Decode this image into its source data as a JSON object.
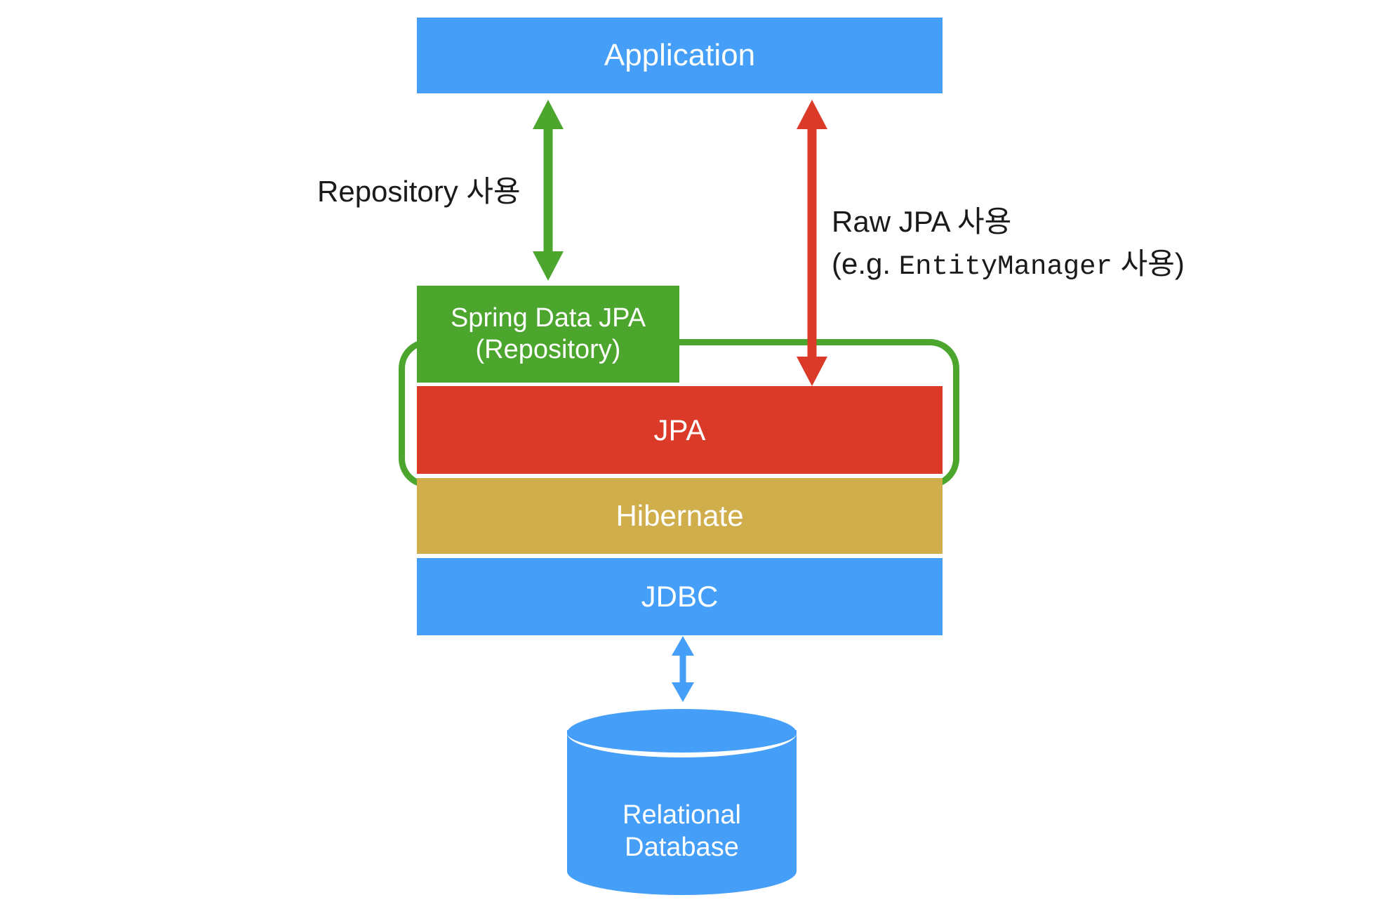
{
  "diagram": {
    "title": "Spring Data JPA persistence layer stack",
    "colors": {
      "blue": "#459ef7",
      "green": "#4ca62e",
      "red": "#dc3a28",
      "gold": "#cfae4b",
      "text_dark": "#1a1a1a",
      "text_light": "#ffffff",
      "background": "#ffffff"
    },
    "boxes": {
      "application": "Application",
      "spring_data_jpa_line1": "Spring Data JPA",
      "spring_data_jpa_line2": "(Repository)",
      "jpa": "JPA",
      "hibernate": "Hibernate",
      "jdbc": "JDBC",
      "database_line1": "Relational",
      "database_line2": "Database"
    },
    "notes": {
      "repository_usage": "Repository 사용",
      "raw_jpa_usage": "Raw JPA 사용",
      "raw_jpa_example_prefix": "(e.g. ",
      "raw_jpa_example_code": "EntityManager",
      "raw_jpa_example_suffix": " 사용)"
    },
    "arrows": {
      "repository_arrow": "green-double-headed-arrow",
      "raw_jpa_arrow": "red-double-headed-arrow",
      "jdbc_database_arrow": "blue-double-headed-arrow"
    },
    "group_outline": {
      "label": "repository-and-jpa-group",
      "color": "#4ca62e"
    }
  }
}
